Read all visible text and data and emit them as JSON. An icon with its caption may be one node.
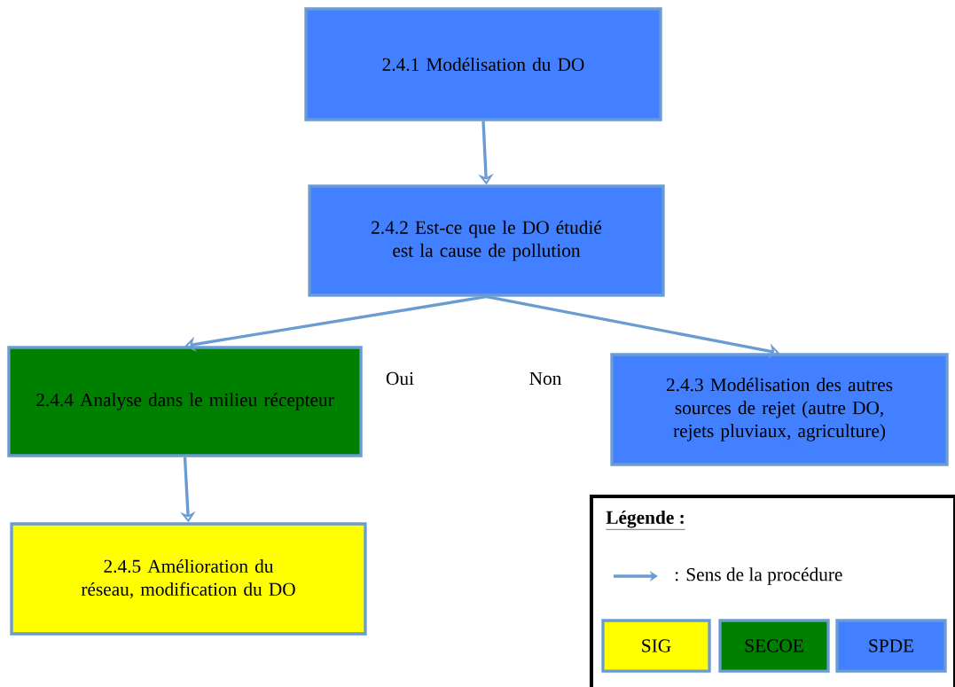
{
  "diagram": {
    "nodes": [
      {
        "text": [
          "2.4.1 Modélisation du DO"
        ]
      },
      {
        "text": [
          "2.4.2 Est-ce que le DO étudié est la cause de pollution"
        ]
      },
      {
        "text": [
          "2.4.4 Analyse dans le milieu récepteur"
        ]
      },
      {
        "text": [
          "2.4.3 Modélisation des autres sources de rejet (autre DO, rejets pluviaux, agriculture)"
        ]
      },
      {
        "text": [
          "2.4.5 Amélioration du réseau, modification du DO"
        ]
      }
    ],
    "edges": [
      {
        "from": 0,
        "to": 1,
        "arrow": "to"
      },
      {
        "from": 1,
        "to": 2,
        "arrow": "to",
        "label": "Oui"
      },
      {
        "from": 1,
        "to": 3,
        "arrow": "to",
        "label": "Non"
      },
      {
        "from": 2,
        "to": 4,
        "arrow": "to"
      }
    ],
    "labels": [
      "Légende :"
    ],
    "legend": [
      {
        "text": ": Sens de la procédure"
      },
      {
        "text": "SIG",
        "color": "#ffff00"
      },
      {
        "text": "SECOE",
        "color": "#008000"
      },
      {
        "text": "SPDE",
        "color": "#4280ff"
      }
    ]
  }
}
